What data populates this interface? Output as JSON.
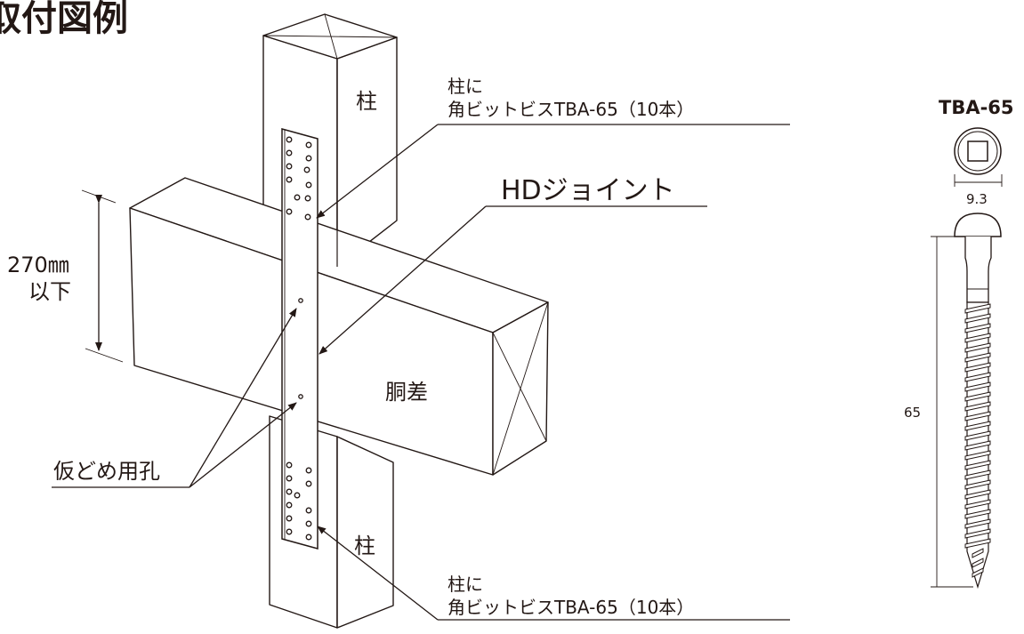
{
  "title": "取付図例",
  "labels": {
    "column_top": "柱",
    "column_bottom": "柱",
    "beam": "胴差",
    "joint": "HDジョイント",
    "temp_hole": "仮どめ用孔",
    "dimension_value": "270㎜",
    "dimension_note": "以下"
  },
  "callouts": {
    "top_line1": "柱に",
    "top_line2": "角ビットビスTBA-65（10本）",
    "bottom_line1": "柱に",
    "bottom_line2": "角ビットビスTBA-65（10本）"
  },
  "screw": {
    "name": "TBA-65",
    "head_width": "9.3",
    "length": "65"
  }
}
